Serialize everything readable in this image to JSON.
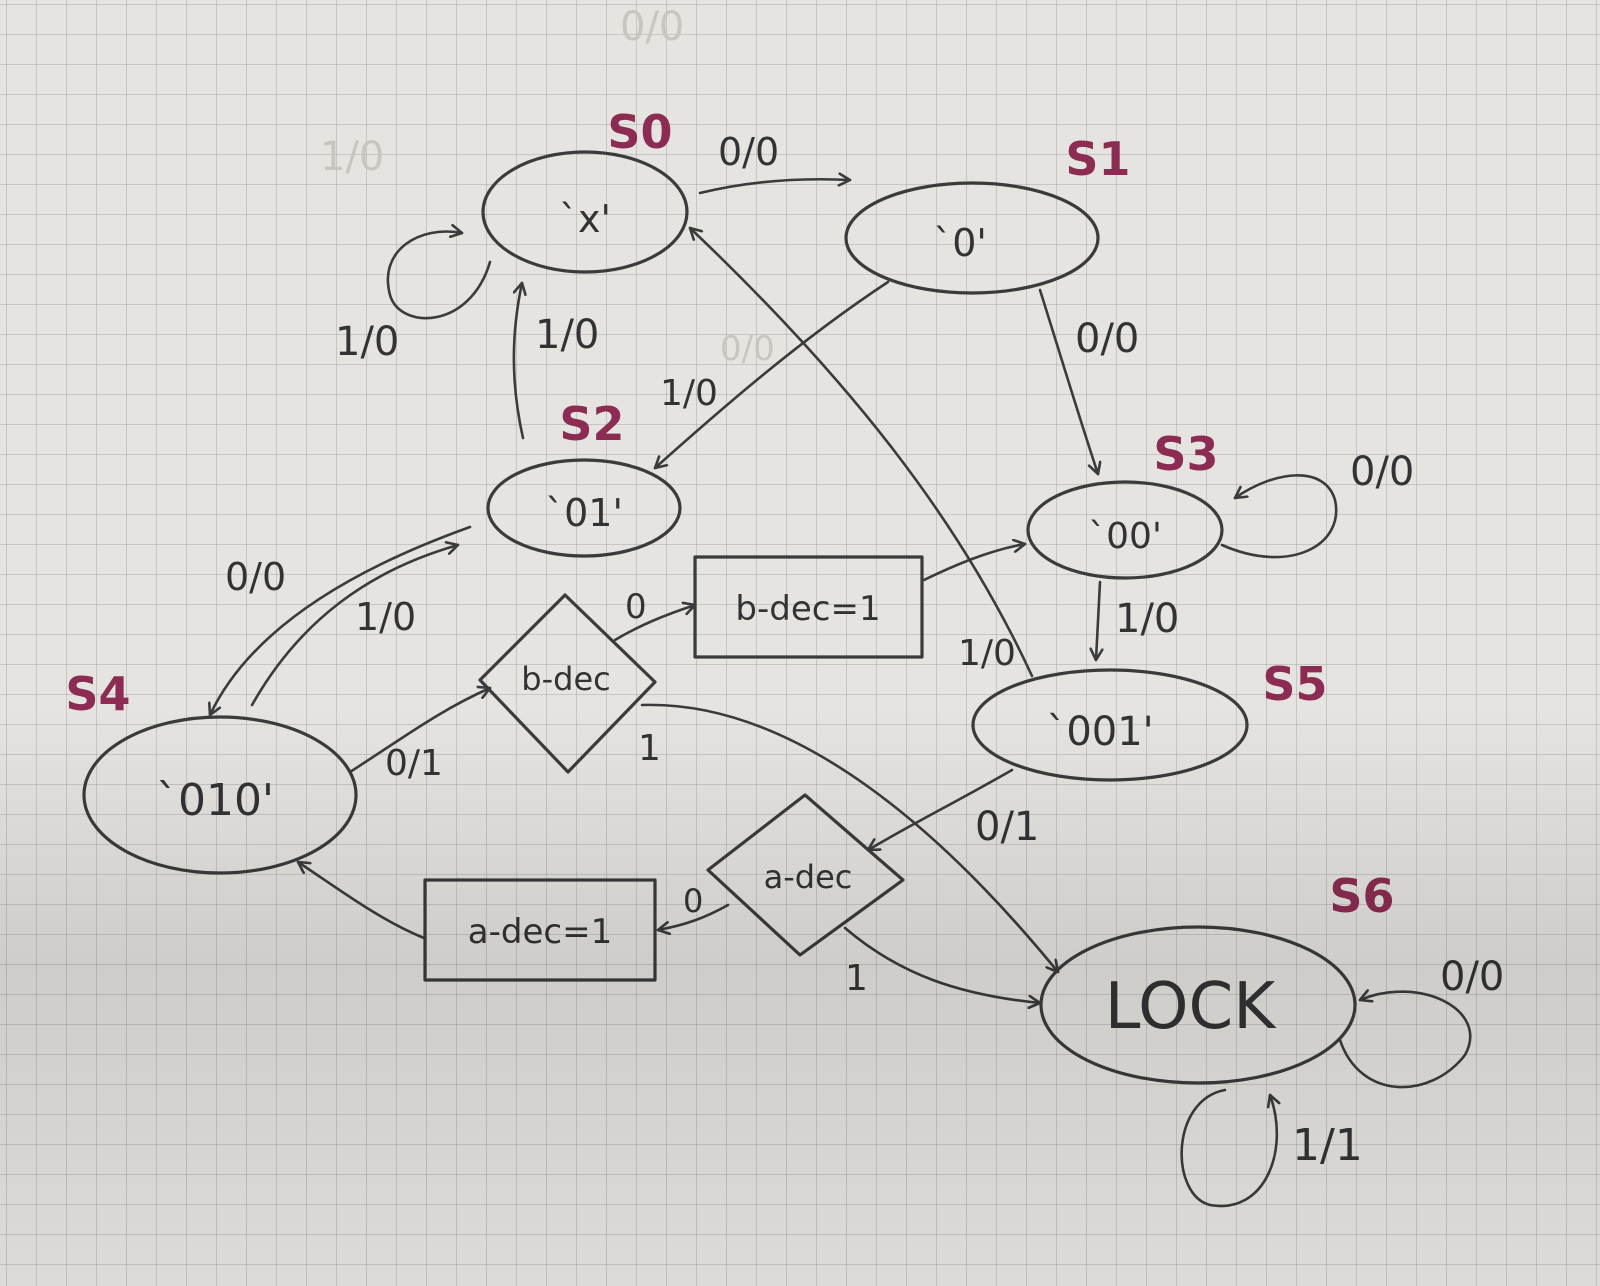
{
  "faint_marks": {
    "top": "0/0",
    "topleft": "1/0",
    "mid": "0/0"
  },
  "states": {
    "s0": {
      "name": "S0",
      "value": "`x'"
    },
    "s1": {
      "name": "S1",
      "value": "`0'"
    },
    "s2": {
      "name": "S2",
      "value": "`01'"
    },
    "s3": {
      "name": "S3",
      "value": "`00'"
    },
    "s4": {
      "name": "S4",
      "value": "`010'"
    },
    "s5": {
      "name": "S5",
      "value": "`001'"
    },
    "s6": {
      "name": "S6",
      "value": "LOCK"
    }
  },
  "decisions": {
    "b_dec": {
      "label": "b-dec",
      "out_0": "0",
      "out_1": "1"
    },
    "a_dec": {
      "label": "a-dec",
      "out_0": "0",
      "out_1": "1"
    }
  },
  "actions": {
    "b_dec_set": "b-dec=1",
    "a_dec_set": "a-dec=1"
  },
  "transitions": {
    "s0_s1": "0/0",
    "s0_self": "1/0",
    "s2_s0": "1/0",
    "s1_s2": "1/0",
    "s1_s3": "0/0",
    "s3_self": "0/0",
    "s3_s5": "1/0",
    "s5_s0": "1/0",
    "s2_s4": "0/0",
    "s4_s2": "1/0",
    "s4_bdec": "0/1",
    "s5_adec": "0/1",
    "s6_self0": "0/0",
    "s6_self1": "1/1"
  }
}
